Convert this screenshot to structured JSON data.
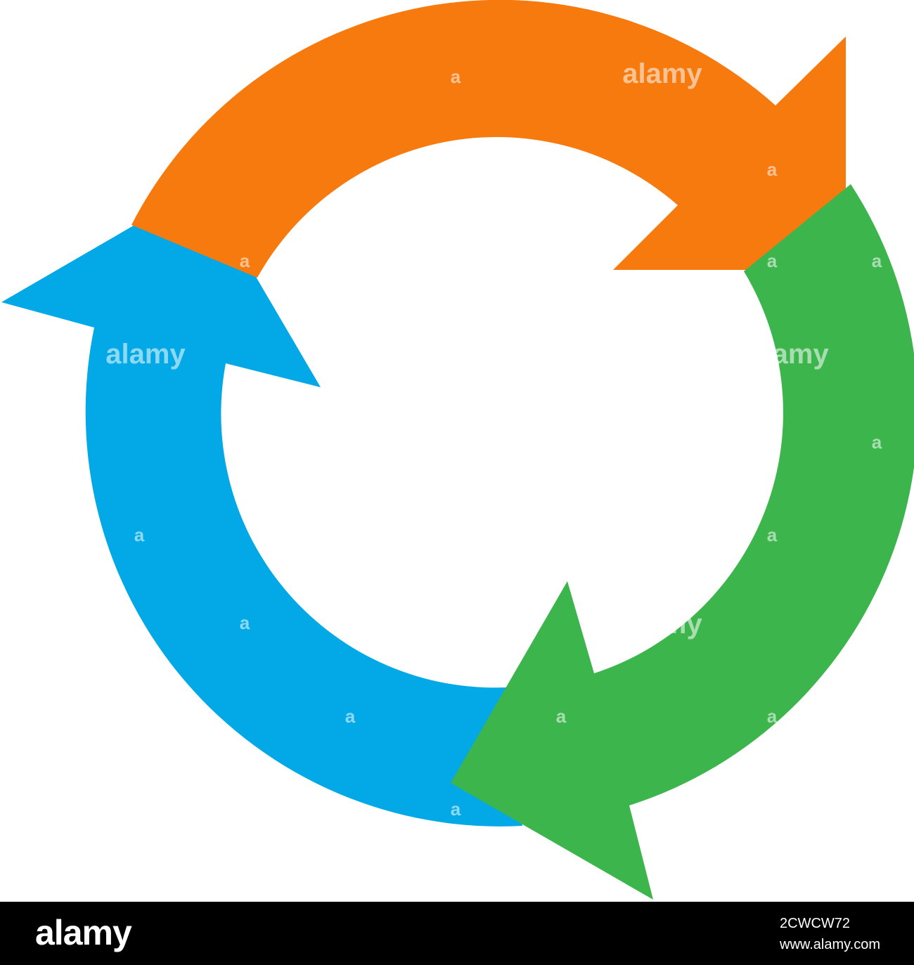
{
  "colors": {
    "orange": "#f77a0f",
    "green": "#3cb54d",
    "blue": "#03a9e6",
    "background": "#ffffff",
    "footer": "#000000",
    "footer_text": "#ffffff"
  },
  "diagram": {
    "arrows": [
      {
        "name": "orange-arrow",
        "color_key": "orange"
      },
      {
        "name": "green-arrow",
        "color_key": "green"
      },
      {
        "name": "blue-arrow",
        "color_key": "blue"
      }
    ]
  },
  "watermark": {
    "word": "alamy",
    "letter": "a"
  },
  "footer": {
    "logo": "alamy",
    "image_id": "2CWCW72",
    "url": "www.alamy.com"
  }
}
